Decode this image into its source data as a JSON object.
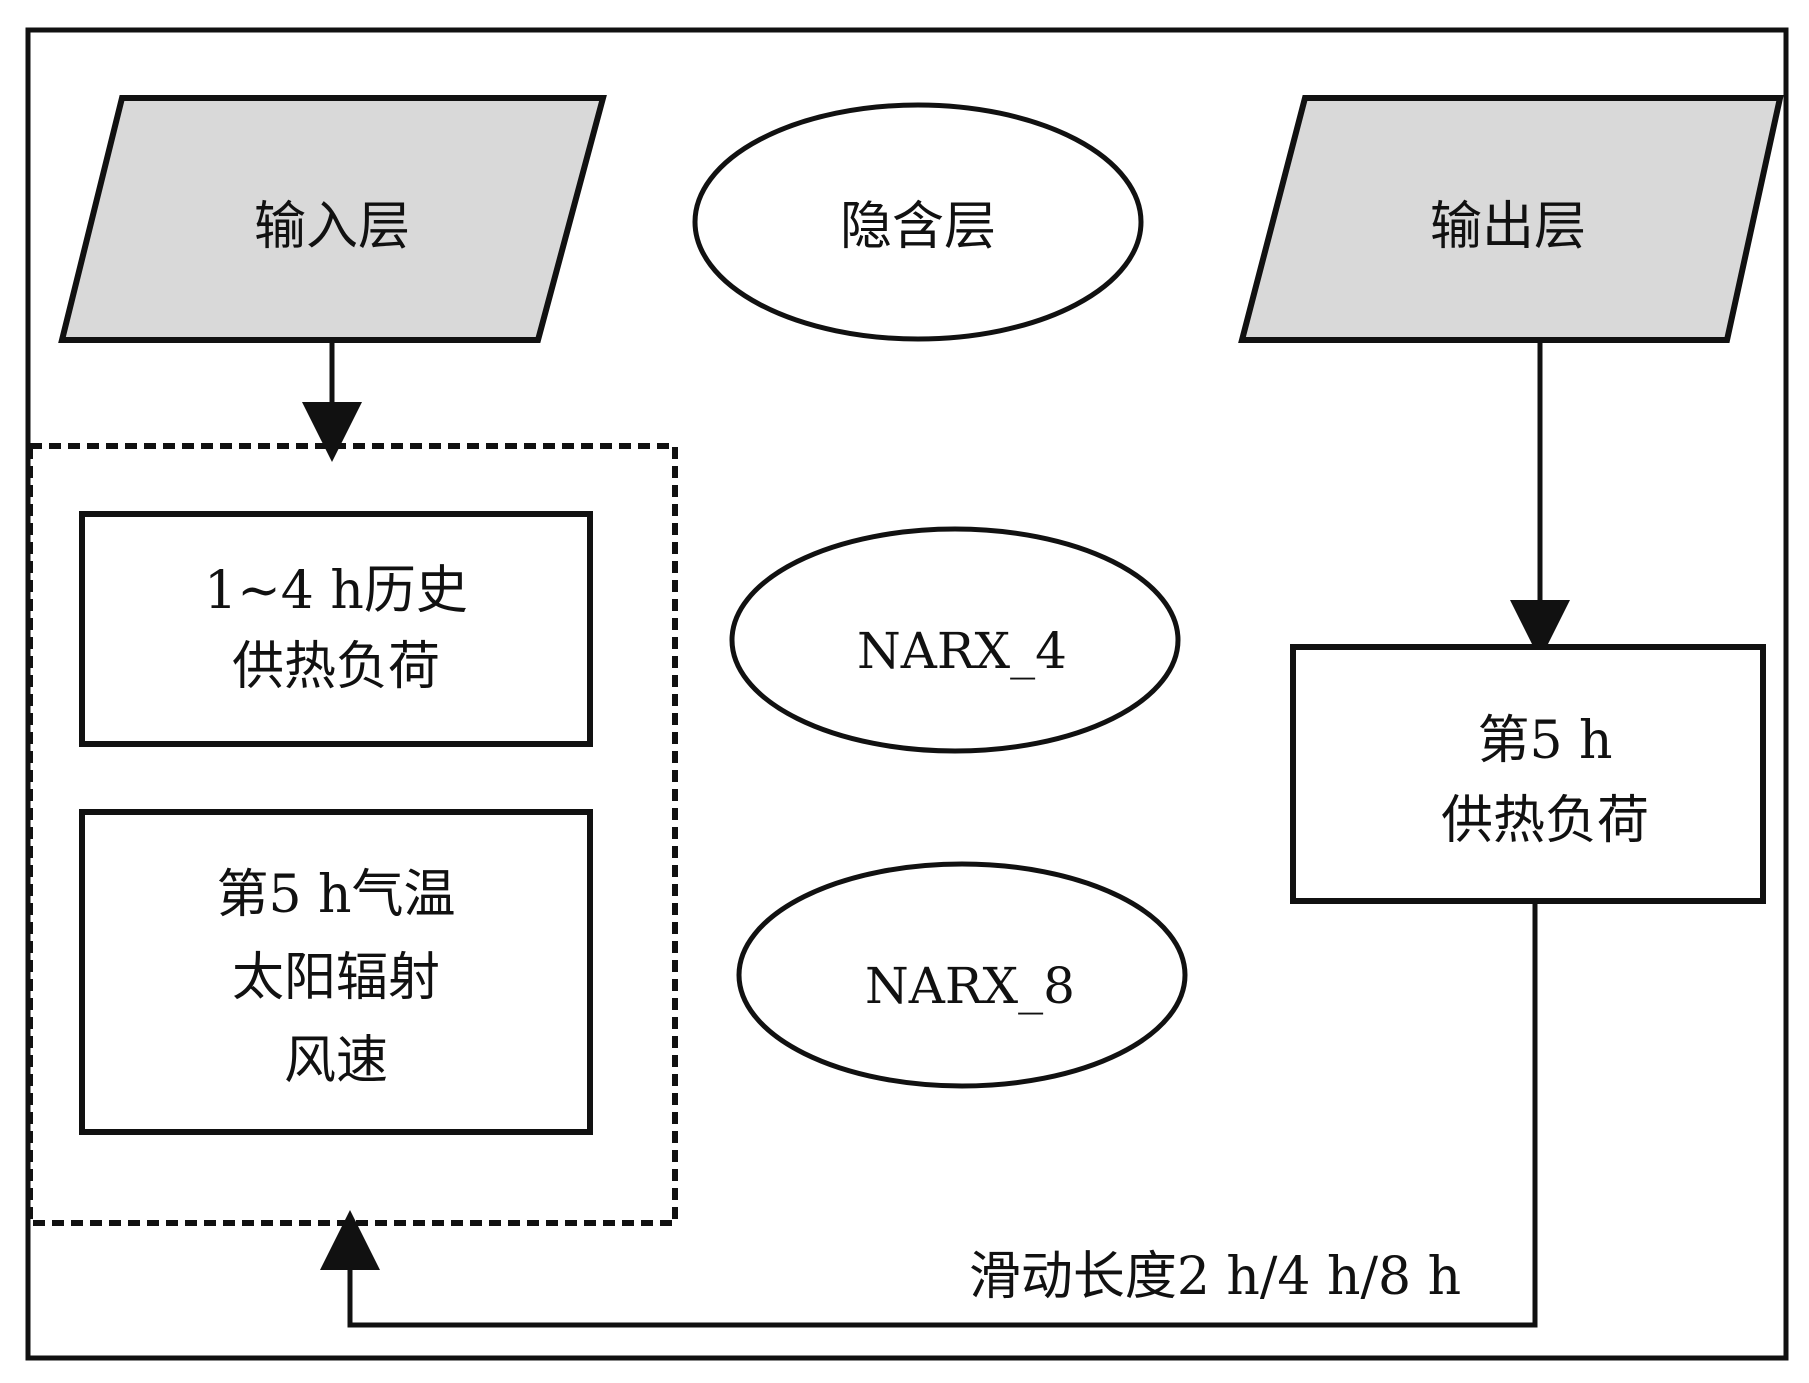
{
  "nodes": {
    "input_layer": "输入层",
    "hidden_layer": "隐含层",
    "output_layer": "输出层",
    "history_load": [
      "1~4 h历史",
      "供热负荷"
    ],
    "weather_inputs": [
      "第5 h气温",
      "太阳辐射",
      "风速"
    ],
    "narx_4": "NARX_4",
    "narx_8": "NARX_8",
    "output_load": [
      "第5 h",
      "供热负荷"
    ]
  },
  "edges": {
    "sliding_label": "滑动长度2 h/4 h/8 h"
  },
  "colors": {
    "parallelogram_fill": "#d9d9d9",
    "stroke": "#111111",
    "background": "#ffffff"
  }
}
